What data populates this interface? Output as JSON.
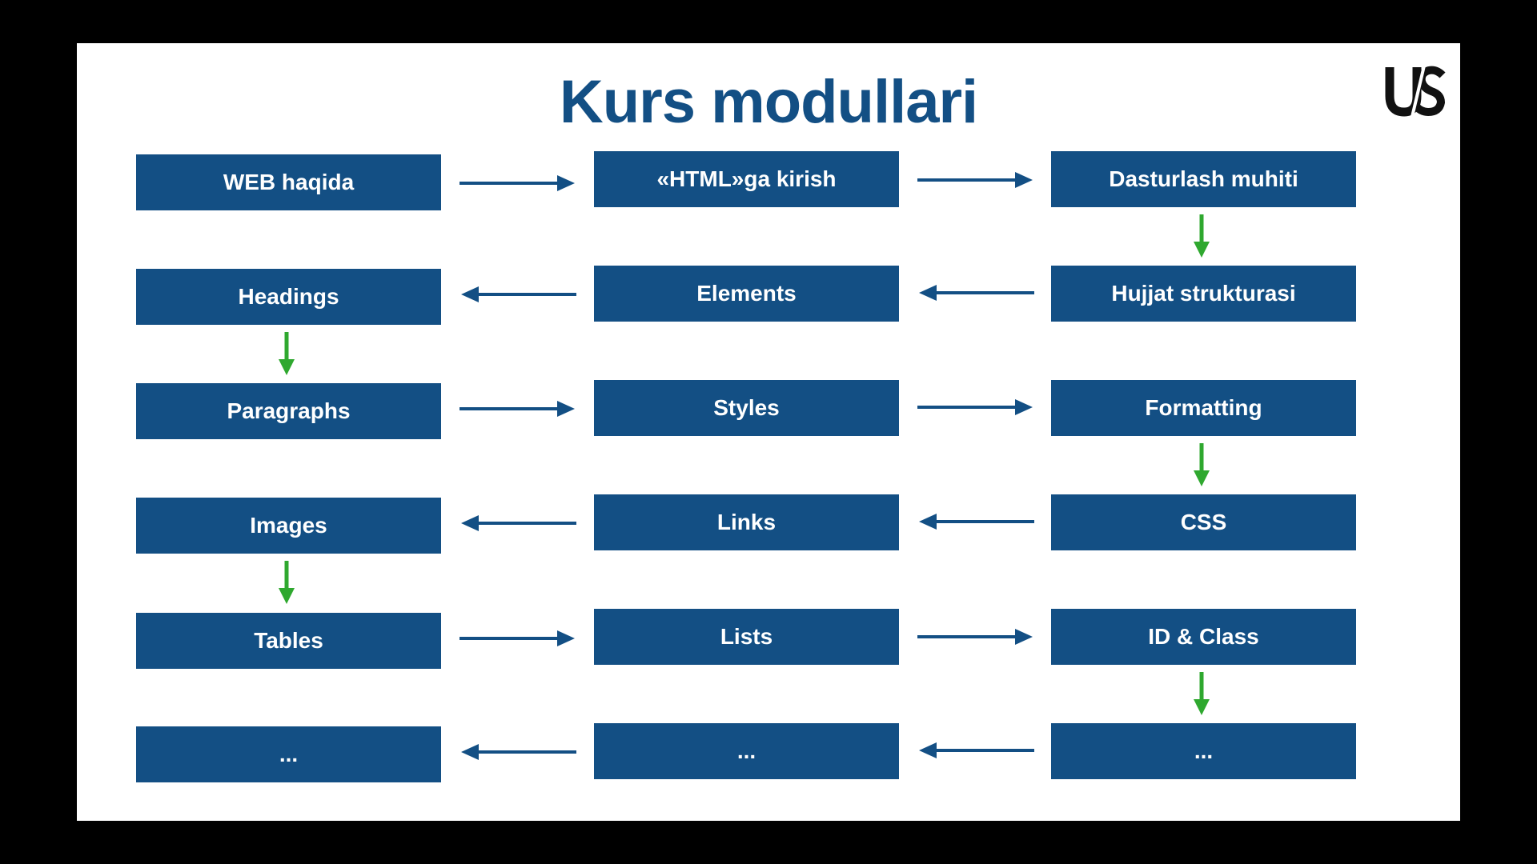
{
  "slide": {
    "title": "Kurs modullari",
    "logo_icon": "us-logo",
    "box_color": "#134f84",
    "horizontal_arrow_color": "#134f84",
    "vertical_arrow_color": "#2fa82f"
  },
  "modules": [
    "WEB haqida",
    "«HTML»ga kirish",
    "Dasturlash muhiti",
    "Headings",
    "Elements",
    "Hujjat strukturasi",
    "Paragraphs",
    "Styles",
    "Formatting",
    "Images",
    "Links",
    "CSS",
    "Tables",
    "Lists",
    "ID & Class",
    "...",
    "...",
    "..."
  ]
}
